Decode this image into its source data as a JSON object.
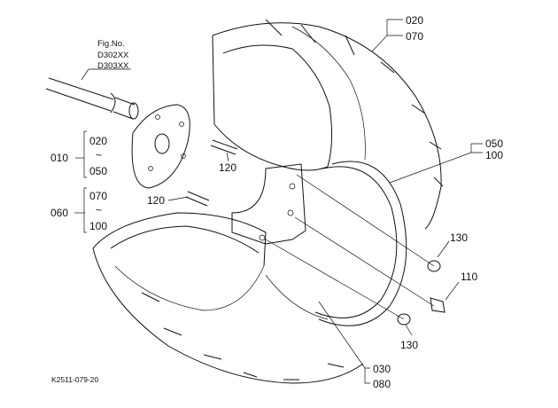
{
  "figure": {
    "fig_no_label": "Fig.No.",
    "fig_numbers": [
      "D302XX",
      "D303XX"
    ],
    "drawing_code": "K2511-079-20"
  },
  "callouts": {
    "c020_070": [
      "020",
      "070"
    ],
    "c050_100": [
      "050",
      "100"
    ],
    "c010": "010",
    "c010_range": [
      "020",
      "~",
      "050"
    ],
    "c060": "060",
    "c060_range": [
      "070",
      "~",
      "100"
    ],
    "c120_upper": "120",
    "c120_lower": "120",
    "c130_upper": "130",
    "c110": "110",
    "c130_lower": "130",
    "c030_080": [
      "030",
      "080"
    ]
  }
}
